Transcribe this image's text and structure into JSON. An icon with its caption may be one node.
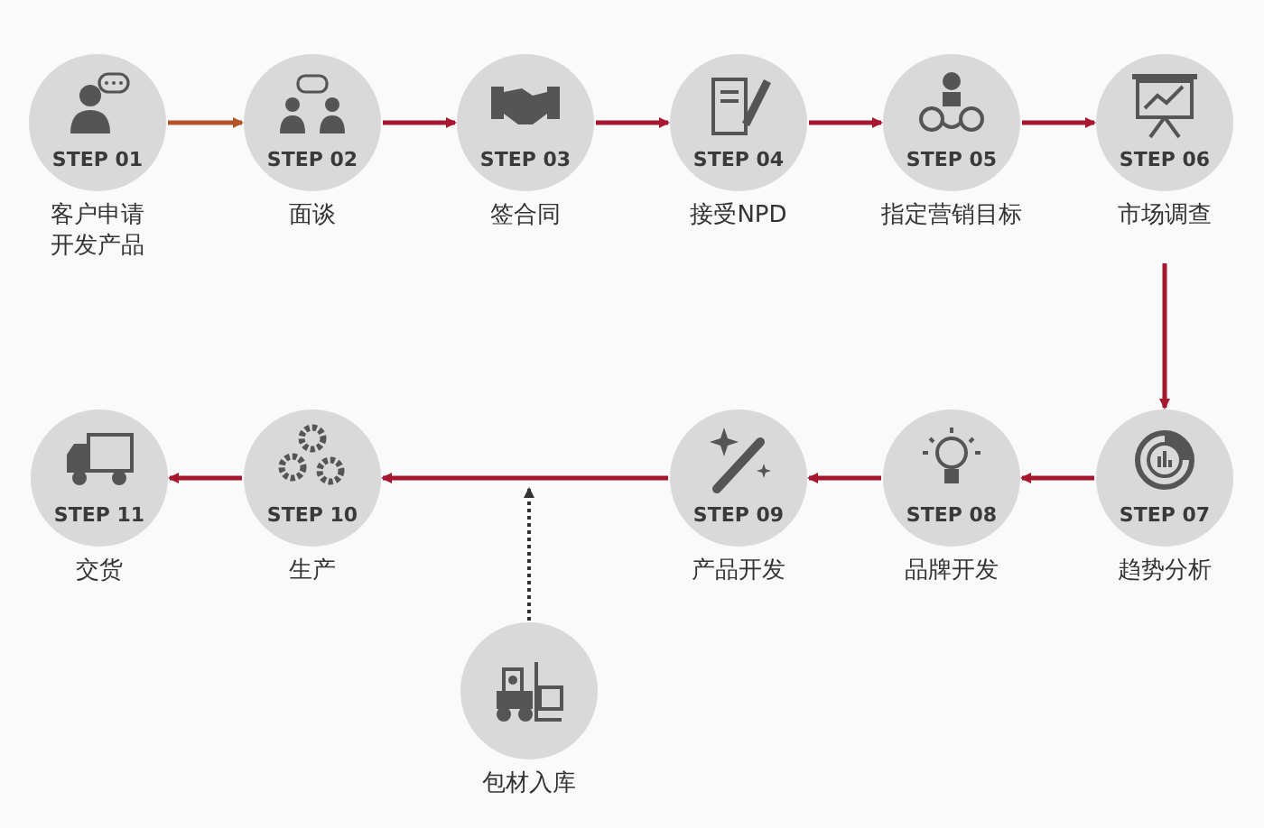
{
  "diagram": {
    "nodes": [
      {
        "text": [
          "STEP 01"
        ],
        "beside": [
          "客户申请开发产品"
        ]
      },
      {
        "text": [
          "STEP 02"
        ],
        "beside": [
          "面谈"
        ]
      },
      {
        "text": [
          "STEP 03"
        ],
        "beside": [
          "签合同"
        ]
      },
      {
        "text": [
          "STEP 04"
        ],
        "beside": [
          "接受NPD"
        ]
      },
      {
        "text": [
          "STEP 05"
        ],
        "beside": [
          "指定营销目标"
        ]
      },
      {
        "text": [
          "STEP 06"
        ],
        "beside": [
          "市场调查"
        ]
      },
      {
        "text": [
          "STEP 07"
        ],
        "beside": [
          "趋势分析"
        ]
      },
      {
        "text": [
          "STEP 08"
        ],
        "beside": [
          "品牌开发"
        ]
      },
      {
        "text": [
          "STEP 09"
        ],
        "beside": [
          "产品开发"
        ]
      },
      {
        "text": [
          "STEP 10"
        ],
        "beside": [
          "生产"
        ]
      },
      {
        "text": [
          "STEP 11"
        ],
        "beside": [
          "交货"
        ]
      },
      {
        "text": [],
        "shape": "circle",
        "beside": [
          "包材入库"
        ]
      }
    ],
    "edges": [
      {
        "from": 0,
        "to": 1,
        "arrow": "to",
        "color": "#b5532a"
      },
      {
        "from": 1,
        "to": 2,
        "arrow": "to"
      },
      {
        "from": 2,
        "to": 3,
        "arrow": "to"
      },
      {
        "from": 3,
        "to": 4,
        "arrow": "to"
      },
      {
        "from": 4,
        "to": 5,
        "arrow": "to"
      },
      {
        "from": 5,
        "to": 6,
        "arrow": "to"
      },
      {
        "from": 6,
        "to": 7,
        "arrow": "to"
      },
      {
        "from": 7,
        "to": 8,
        "arrow": "to"
      },
      {
        "from": 8,
        "to": 9,
        "arrow": "to"
      },
      {
        "from": 9,
        "to": 10,
        "arrow": "to"
      },
      {
        "from": 11,
        "to": null,
        "arrow": "to",
        "style": "dashed",
        "color": "#333333"
      }
    ]
  }
}
